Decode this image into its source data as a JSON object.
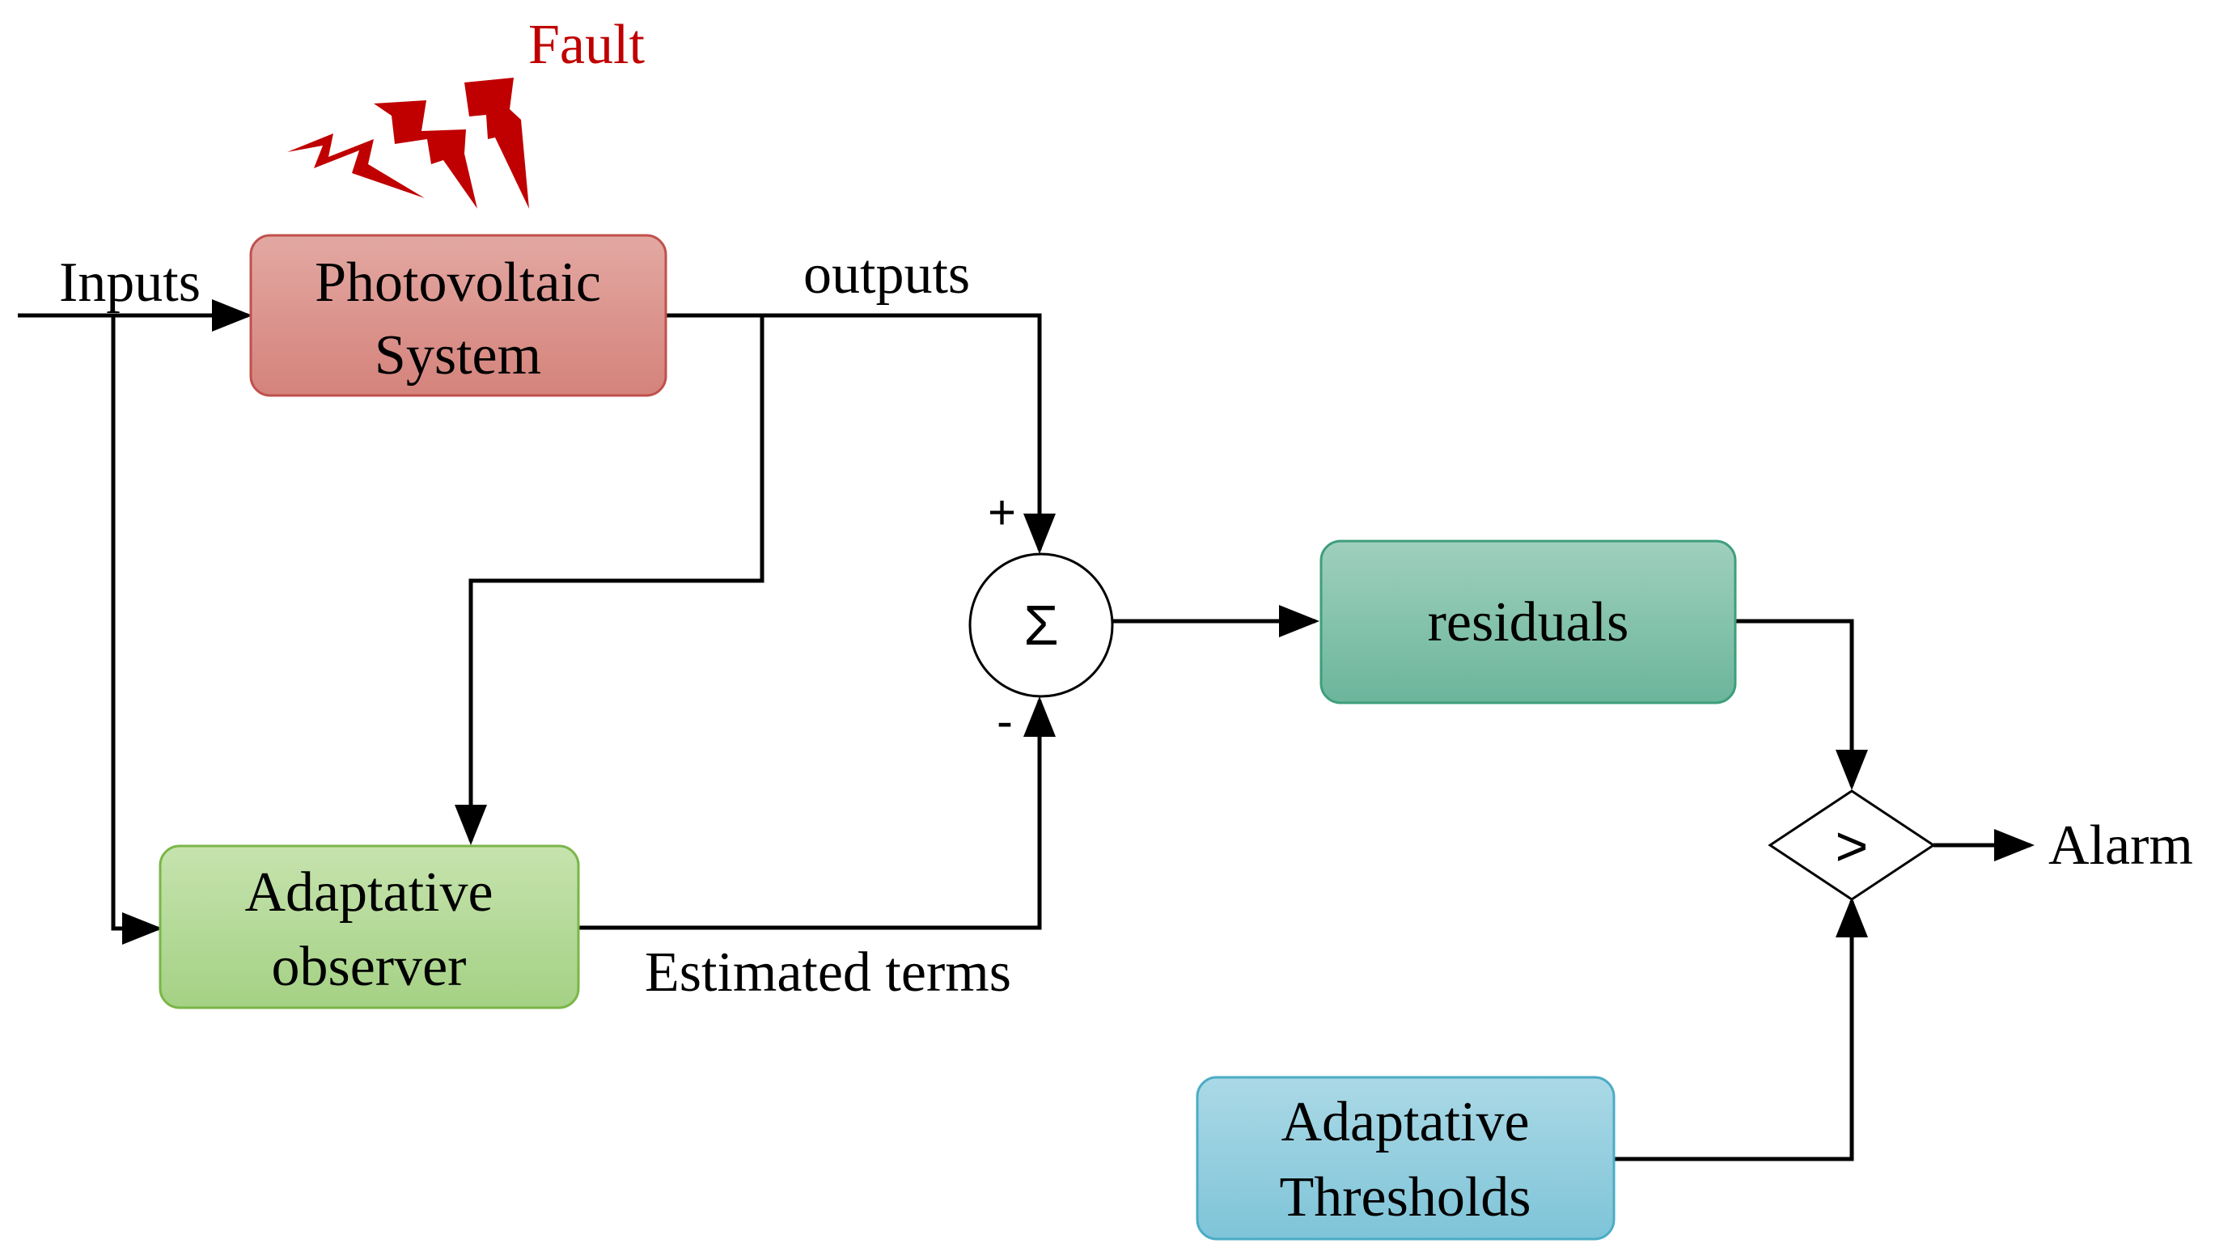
{
  "fault": {
    "label": "Fault"
  },
  "signals": {
    "inputs": "Inputs",
    "outputs": "outputs",
    "estimated_terms": "Estimated terms",
    "alarm": "Alarm"
  },
  "blocks": {
    "pv_system": {
      "line1": "Photovoltaic",
      "line2": "System"
    },
    "observer": {
      "line1": "Adaptative",
      "line2": "observer"
    },
    "residuals": {
      "line1": "residuals"
    },
    "thresholds": {
      "line1": "Adaptative",
      "line2": "Thresholds"
    }
  },
  "summer": {
    "symbol": "Σ",
    "plus": "+",
    "minus": "-"
  },
  "comparator": {
    "symbol": ">"
  },
  "colors": {
    "fault": "#c00000",
    "pv_fill": "#d99089",
    "pv_stroke": "#c0504d",
    "observer_fill": "#b5d99c",
    "observer_stroke": "#7ab648",
    "residuals_fill": "#79bca4",
    "residuals_stroke": "#3e9e7c",
    "thresholds_fill": "#92cddc",
    "thresholds_stroke": "#4bacc6"
  }
}
